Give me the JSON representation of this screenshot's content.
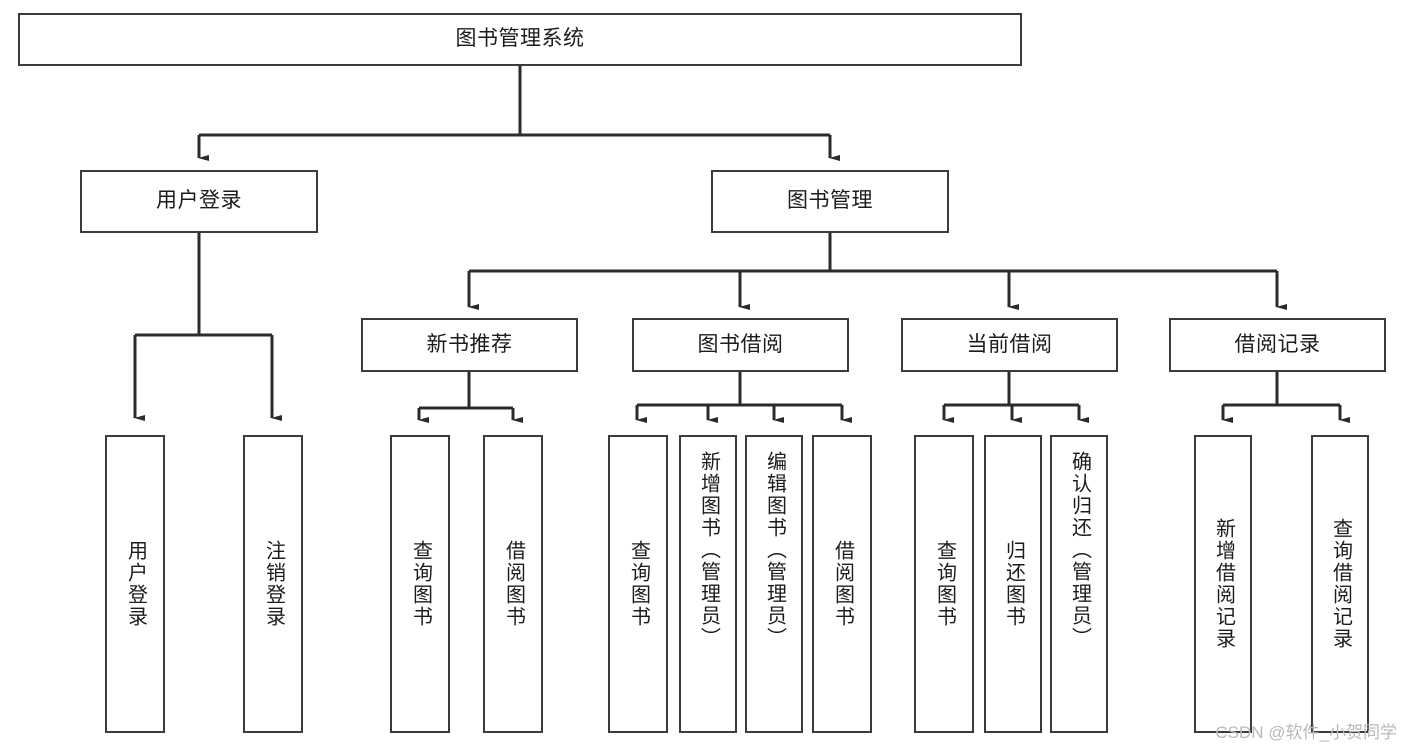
{
  "diagram": {
    "title": "图书管理系统",
    "type": "hierarchy-tree",
    "orientation": "top-down",
    "colors": {
      "box_border": "#3b3b3b",
      "box_fill": "#ffffff",
      "connector": "#2b2b2b",
      "text": "#1c1c1c",
      "watermark": "#b9b9b9"
    },
    "root": {
      "id": "root",
      "label": "图书管理系统"
    },
    "level2": [
      {
        "id": "n-user-login",
        "label": "用户登录"
      },
      {
        "id": "n-book-admin",
        "label": "图书管理"
      }
    ],
    "level3": [
      {
        "id": "n-new-book-rec",
        "label": "新书推荐",
        "parent": "n-book-admin"
      },
      {
        "id": "n-book-borrow",
        "label": "图书借阅",
        "parent": "n-book-admin"
      },
      {
        "id": "n-current-borrow",
        "label": "当前借阅",
        "parent": "n-book-admin"
      },
      {
        "id": "n-borrow-record",
        "label": "借阅记录",
        "parent": "n-book-admin"
      }
    ],
    "leaves": [
      {
        "id": "leaf-user-login",
        "label": "用户登录",
        "parent": "n-user-login"
      },
      {
        "id": "leaf-logout",
        "label": "注销登录",
        "parent": "n-user-login"
      },
      {
        "id": "leaf-query-book-1",
        "label": "查询图书",
        "parent": "n-new-book-rec"
      },
      {
        "id": "leaf-borrow-book-1",
        "label": "借阅图书",
        "parent": "n-new-book-rec"
      },
      {
        "id": "leaf-query-book-2",
        "label": "查询图书",
        "parent": "n-book-borrow"
      },
      {
        "id": "leaf-add-book",
        "label": "新增图书（管理员）",
        "parent": "n-book-borrow"
      },
      {
        "id": "leaf-edit-book",
        "label": "编辑图书（管理员）",
        "parent": "n-book-borrow"
      },
      {
        "id": "leaf-borrow-book-2",
        "label": "借阅图书",
        "parent": "n-book-borrow"
      },
      {
        "id": "leaf-query-book-3",
        "label": "查询图书",
        "parent": "n-current-borrow"
      },
      {
        "id": "leaf-return-book",
        "label": "归还图书",
        "parent": "n-current-borrow"
      },
      {
        "id": "leaf-confirm-return",
        "label": "确认归还（管理员）",
        "parent": "n-current-borrow"
      },
      {
        "id": "leaf-add-record",
        "label": "新增借阅记录",
        "parent": "n-borrow-record"
      },
      {
        "id": "leaf-query-record",
        "label": "查询借阅记录",
        "parent": "n-borrow-record"
      }
    ],
    "watermark": "CSDN @软件_小贺同学"
  }
}
